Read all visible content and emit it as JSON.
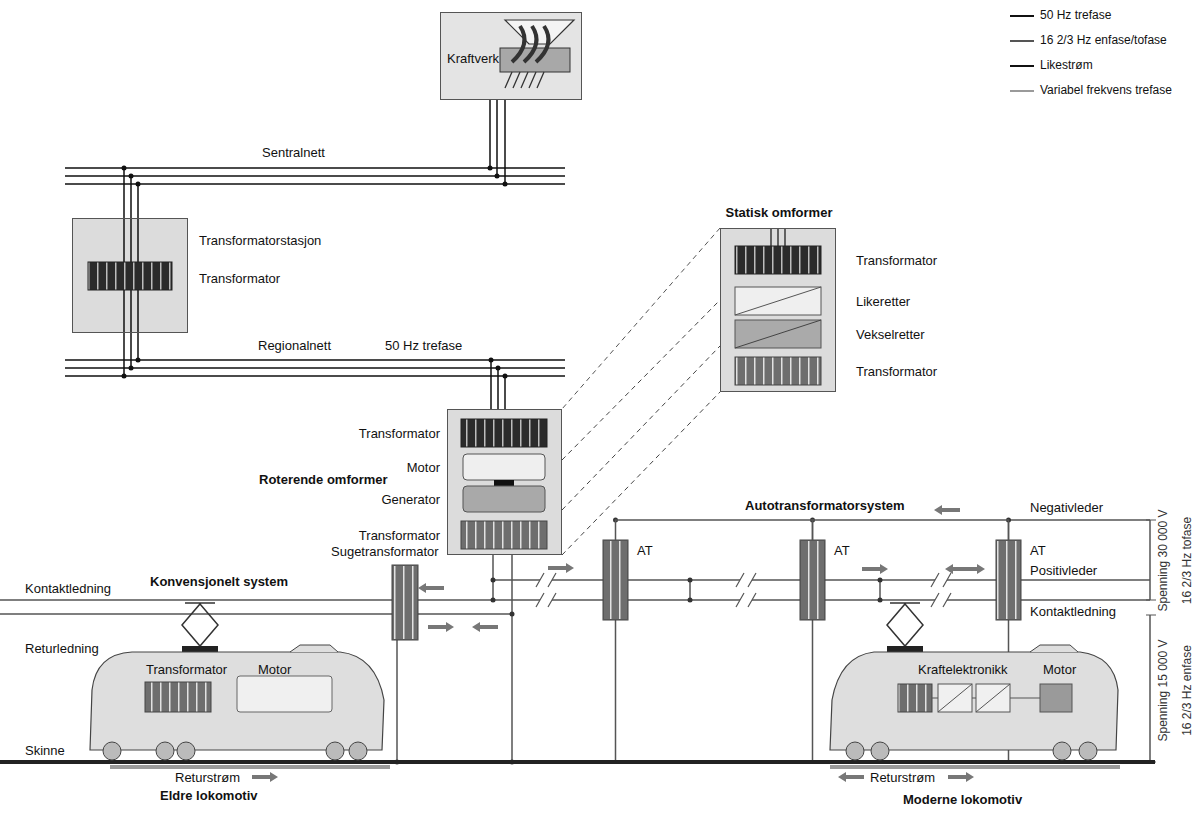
{
  "diagram": {
    "nodes": [
      {
        "text": [
          "Kraftverk"
        ]
      },
      {
        "text": [
          "Transformatorstasjon",
          "Transformator"
        ]
      },
      {
        "text": [
          "Statisk omformer",
          "Transformator",
          "Likeretter",
          "Vekselretter",
          "Transformator"
        ]
      },
      {
        "text": [
          "Roterende omformer",
          "Transformator",
          "Motor",
          "Generator",
          "Transformator"
        ]
      },
      {
        "text": [
          "Sugetransformator"
        ]
      },
      {
        "text": [
          "AT"
        ]
      },
      {
        "text": [
          "AT"
        ]
      },
      {
        "text": [
          "AT"
        ]
      },
      {
        "text": [
          "Transformator",
          "Motor",
          "Eldre lokomotiv"
        ]
      },
      {
        "text": [
          "Kraftelektronikk",
          "Motor",
          "Moderne lokomotiv"
        ]
      }
    ],
    "edges": [
      {
        "from": 2,
        "to": 3,
        "arrow": "none"
      },
      {
        "from": 5,
        "to": 6,
        "arrow": "none"
      },
      {
        "from": 6,
        "to": 7,
        "arrow": "none"
      }
    ],
    "labels": [
      "Sentralnett",
      "Regionalnett",
      "50 Hz trefase",
      "Autotransformatorsystem",
      "Negativleder",
      "Konvensjonelt system",
      "Kontaktledning",
      "Returledning",
      "Skinne",
      "Returstrøm",
      "Positivleder",
      "Kontaktledning",
      "Returstrøm",
      "Spenning 30 000 V",
      "16 2/3 Hz tofase",
      "Spenning 15 000 V",
      "16 2/3 Hz enfase"
    ],
    "legend": [
      {
        "text": "50 Hz trefase"
      },
      {
        "text": "16 2/3 Hz enfase/tofase"
      },
      {
        "text": "Likestrøm"
      },
      {
        "text": "Variabel frekvens trefase"
      }
    ]
  }
}
